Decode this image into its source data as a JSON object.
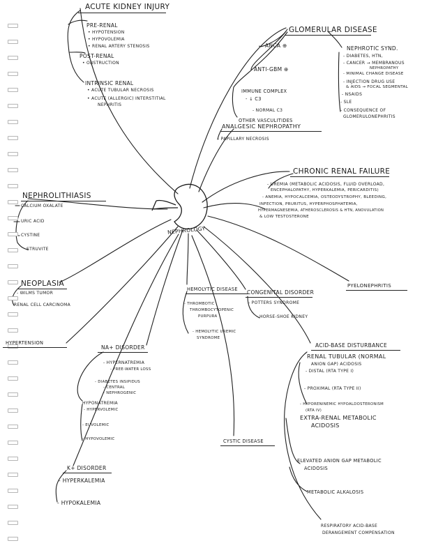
{
  "center": "Nephrology",
  "aki": {
    "title": "Acute Kidney Injury",
    "prerenal": "Pre-Renal",
    "prerenal_items": [
      "• Hypotension",
      "• Hypovolemia",
      "• Renal artery stenosis"
    ],
    "postrenal": "Post-Renal",
    "postrenal_items": [
      "• Obstruction"
    ],
    "intrinsic": "Intrinsic Renal",
    "intrinsic_items": [
      "• Acute tubular necrosis",
      "• Acute (allergic) interstitial",
      "nephritis"
    ]
  },
  "glomerular": {
    "title": "Glomerular Disease",
    "anca": "ANCA ⊕",
    "antigbm": "Anti-GBM ⊕",
    "immune": "Immune Complex",
    "immune_low": "- ↓ C3",
    "immune_normal": "- Normal C3",
    "other": "Other Vasculitides",
    "nephrotic": "Nephrotic Synd.",
    "nephrotic_items": [
      "- Diabetes, HTN,",
      "- Cancer → Membranous",
      "nephropathy",
      "- Minimal change disease",
      "- Injection drug use",
      "& AIDS → Focal segmental",
      "- NSAIDs",
      "- SLE",
      "- Consequence of",
      "glomerulonephritis"
    ]
  },
  "analgesic": {
    "title": "Analgesic Nephropathy",
    "item": "- Papillary Necrosis"
  },
  "crf": {
    "title": "Chronic Renal Failure",
    "lines": [
      "- Uremia (metabolic acidosis, fluid overload,",
      "encephalopathy, hyperkalemia, pericarditis)",
      "- Anemia, hypocalcemia, osteodystrophy, bleeding,",
      "infection, pruritus, hyperphosphatemia,",
      "hypermagnesemia, atherosclerosis & HTN, anovulation",
      "& low testosterone"
    ]
  },
  "nephrolithiasis": {
    "title": "Nephrolithiasis",
    "items": [
      "Calcium oxalate",
      "Uric acid",
      "Cystine",
      "Struvite"
    ]
  },
  "neoplasia": {
    "title": "Neoplasia",
    "items": [
      "- Wilms tumor",
      "Renal cell carcinoma"
    ]
  },
  "hypertension": "Hypertension",
  "hemolytic": {
    "title": "Hemolytic Disease",
    "items": [
      "- Thrombotic",
      "thrombocytopenic",
      "purpura",
      "- Hemolytic uremic",
      "syndrome"
    ]
  },
  "congenital": {
    "title": "Congenital Disorder",
    "items": [
      "- Potters syndrome",
      "Horse-shoe kidney"
    ]
  },
  "pyelonephritis": "Pyelonephritis",
  "sodium": {
    "title": "Na+ Disorder",
    "hyper": "- Hypernatremia",
    "hyper_items": [
      "- Free-water loss",
      "- Diabetes insipidus",
      "- Central",
      "- Nephrogenic"
    ],
    "hypo": "Hyponatremia",
    "hypo_items": [
      "- Hypervolemic",
      "- Euvolemic",
      "- Hypovolemic"
    ]
  },
  "potassium": {
    "title": "K+ Disorder",
    "items": [
      "- Hyperkalemia",
      "- Hypokalemia"
    ]
  },
  "cystic": "Cystic Disease",
  "acidbase": {
    "title": "Acid-Base Disturbance",
    "rta": "Renal Tubular (Normal",
    "rta2": "Anion Gap) Acidosis",
    "rta_items": [
      "- Distal (RTA Type I)",
      "- Proximal (RTA Type II)",
      "- Hyporeninemic Hypoaldosteronism",
      "(RTA IV)"
    ],
    "extrarenal": "Extra-Renal Metabolic",
    "extrarenal2": "Acidosis",
    "elevated": "Elevated Anion Gap Metabolic",
    "elevated2": "Acidosis",
    "alkalosis": "Metabolic Alkalosis",
    "respiratory": "Respiratory Acid-Base",
    "respiratory2": "Derangement Compensation"
  }
}
